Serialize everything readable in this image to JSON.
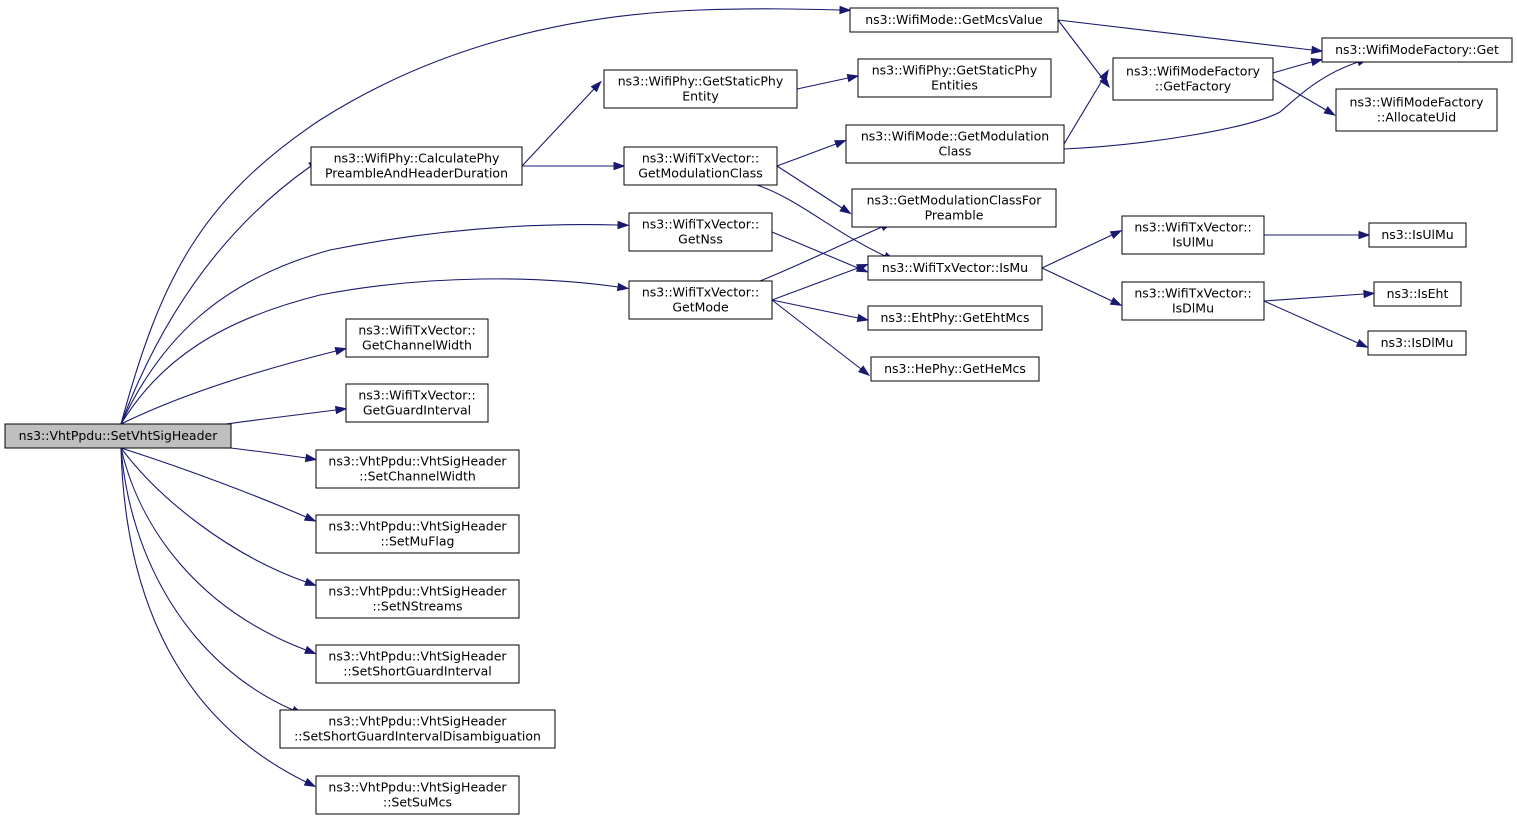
{
  "colors": {
    "edge": "#191970",
    "root_fill": "#bfbfbf",
    "node_fill": "#ffffff",
    "node_stroke": "#000000"
  },
  "nodes": [
    {
      "id": "root",
      "lines": [
        "ns3::VhtPpdu::SetVhtSigHeader"
      ],
      "root": true
    },
    {
      "id": "calcPhy",
      "lines": [
        "ns3::WifiPhy::CalculatePhy",
        "PreambleAndHeaderDuration"
      ]
    },
    {
      "id": "getNss",
      "lines": [
        "ns3::WifiTxVector::",
        "GetNss"
      ]
    },
    {
      "id": "getMode",
      "lines": [
        "ns3::WifiTxVector::",
        "GetMode"
      ]
    },
    {
      "id": "getChanWidth",
      "lines": [
        "ns3::WifiTxVector::",
        "GetChannelWidth"
      ]
    },
    {
      "id": "getGuard",
      "lines": [
        "ns3::WifiTxVector::",
        "GetGuardInterval"
      ]
    },
    {
      "id": "setChanWidth",
      "lines": [
        "ns3::VhtPpdu::VhtSigHeader",
        "::SetChannelWidth"
      ]
    },
    {
      "id": "setMuFlag",
      "lines": [
        "ns3::VhtPpdu::VhtSigHeader",
        "::SetMuFlag"
      ]
    },
    {
      "id": "setNStreams",
      "lines": [
        "ns3::VhtPpdu::VhtSigHeader",
        "::SetNStreams"
      ]
    },
    {
      "id": "setSGI",
      "lines": [
        "ns3::VhtPpdu::VhtSigHeader",
        "::SetShortGuardInterval"
      ]
    },
    {
      "id": "setSGID",
      "lines": [
        "ns3::VhtPpdu::VhtSigHeader",
        "::SetShortGuardIntervalDisambiguation"
      ]
    },
    {
      "id": "setSuMcs",
      "lines": [
        "ns3::VhtPpdu::VhtSigHeader",
        "::SetSuMcs"
      ]
    },
    {
      "id": "getMcsValue",
      "lines": [
        "ns3::WifiMode::GetMcsValue"
      ]
    },
    {
      "id": "getStaticPhyEntity",
      "lines": [
        "ns3::WifiPhy::GetStaticPhy",
        "Entity"
      ]
    },
    {
      "id": "getStaticPhyEntities",
      "lines": [
        "ns3::WifiPhy::GetStaticPhy",
        "Entities"
      ]
    },
    {
      "id": "txGetModClass",
      "lines": [
        "ns3::WifiTxVector::",
        "GetModulationClass"
      ]
    },
    {
      "id": "modeGetModClass",
      "lines": [
        "ns3::WifiMode::GetModulation",
        "Class"
      ]
    },
    {
      "id": "getModClassForPreamble",
      "lines": [
        "ns3::GetModulationClassFor",
        "Preamble"
      ]
    },
    {
      "id": "isMu",
      "lines": [
        "ns3::WifiTxVector::IsMu"
      ]
    },
    {
      "id": "getEhtMcs",
      "lines": [
        "ns3::EhtPhy::GetEhtMcs"
      ]
    },
    {
      "id": "getHeMcs",
      "lines": [
        "ns3::HePhy::GetHeMcs"
      ]
    },
    {
      "id": "getFactory",
      "lines": [
        "ns3::WifiModeFactory",
        "::GetFactory"
      ]
    },
    {
      "id": "factoryGet",
      "lines": [
        "ns3::WifiModeFactory::Get"
      ]
    },
    {
      "id": "allocateUid",
      "lines": [
        "ns3::WifiModeFactory",
        "::AllocateUid"
      ]
    },
    {
      "id": "isUlMuVec",
      "lines": [
        "ns3::WifiTxVector::",
        "IsUlMu"
      ]
    },
    {
      "id": "isDlMuVec",
      "lines": [
        "ns3::WifiTxVector::",
        "IsDlMu"
      ]
    },
    {
      "id": "isUlMu",
      "lines": [
        "ns3::IsUlMu"
      ]
    },
    {
      "id": "isEht",
      "lines": [
        "ns3::IsEht"
      ]
    },
    {
      "id": "isDlMu",
      "lines": [
        "ns3::IsDlMu"
      ]
    }
  ],
  "edges": [
    [
      "root",
      "getMcsValue"
    ],
    [
      "root",
      "calcPhy"
    ],
    [
      "root",
      "getNss"
    ],
    [
      "root",
      "getMode"
    ],
    [
      "root",
      "getChanWidth"
    ],
    [
      "root",
      "getGuard"
    ],
    [
      "root",
      "setChanWidth"
    ],
    [
      "root",
      "setMuFlag"
    ],
    [
      "root",
      "setNStreams"
    ],
    [
      "root",
      "setSGI"
    ],
    [
      "root",
      "setSGID"
    ],
    [
      "root",
      "setSuMcs"
    ],
    [
      "getMcsValue",
      "factoryGet"
    ],
    [
      "getMcsValue",
      "getFactory"
    ],
    [
      "calcPhy",
      "getStaticPhyEntity"
    ],
    [
      "calcPhy",
      "txGetModClass"
    ],
    [
      "getStaticPhyEntity",
      "getStaticPhyEntities"
    ],
    [
      "txGetModClass",
      "modeGetModClass"
    ],
    [
      "txGetModClass",
      "getModClassForPreamble"
    ],
    [
      "txGetModClass",
      "isMu"
    ],
    [
      "modeGetModClass",
      "getFactory"
    ],
    [
      "modeGetModClass",
      "factoryGet"
    ],
    [
      "getNss",
      "isMu"
    ],
    [
      "getMode",
      "getModClassForPreamble"
    ],
    [
      "getMode",
      "isMu"
    ],
    [
      "getMode",
      "getEhtMcs"
    ],
    [
      "getMode",
      "getHeMcs"
    ],
    [
      "getFactory",
      "factoryGet"
    ],
    [
      "getFactory",
      "allocateUid"
    ],
    [
      "isMu",
      "isUlMuVec"
    ],
    [
      "isMu",
      "isDlMuVec"
    ],
    [
      "isUlMuVec",
      "isUlMu"
    ],
    [
      "isDlMuVec",
      "isEht"
    ],
    [
      "isDlMuVec",
      "isDlMu"
    ]
  ]
}
